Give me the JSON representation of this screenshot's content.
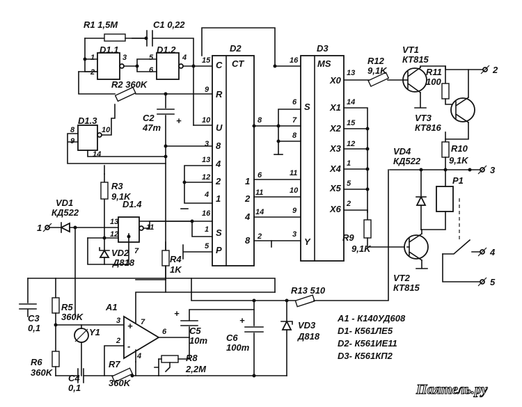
{
  "components": {
    "r1": "R1 1,5M",
    "c1": "C1 0,22",
    "d11": "D1.1",
    "d12": "D1.2",
    "d13": "D1.3",
    "d14": "D1.4",
    "r2": "R2 360K",
    "c2": "C2",
    "c2v": "47m",
    "r3": "R3",
    "r3v": "9,1K",
    "r4": "R4",
    "r4v": "1K",
    "vd1": "VD1",
    "vd1t": "КД522",
    "vd2": "VD2",
    "vd2t": "Д818",
    "d2": "D2",
    "d2ct": "CT",
    "d3": "D3",
    "d3ms": "MS",
    "r12": "R12",
    "r12v": "9,1K",
    "vt1": "VT1",
    "vt1t": "КТ815",
    "r11": "R11",
    "r11v": "100",
    "vt3": "VT3",
    "vt3t": "КТ816",
    "r10": "R10",
    "r10v": "9,1K",
    "vd4": "VD4",
    "vd4t": "КД522",
    "p1": "P1",
    "r9": "R9",
    "r9v": "9,1K",
    "vt2": "VT2",
    "vt2t": "КТ815",
    "r13": "R13 510",
    "a1": "A1",
    "r5": "R5",
    "r5v": "360K",
    "c3": "C3",
    "c3v": "0,1",
    "y1": "Y1",
    "r6": "R6",
    "r6v": "360K",
    "c4": "C4",
    "c4v": "0,1",
    "r7": "R7",
    "r7v": "360K",
    "c5": "C5",
    "c5v": "10m",
    "r8": "R8",
    "r8v": "2,2M",
    "c6": "C6",
    "c6v": "100m",
    "vd3": "VD3",
    "vd3t": "Д818"
  },
  "pins": {
    "d2": {
      "c": "C",
      "r": "R",
      "u": "U",
      "s": "S",
      "p": "P"
    },
    "d3": {
      "s": "S",
      "y": "Y",
      "x0": "X0",
      "x1": "X1",
      "x2": "X2",
      "x3": "X3",
      "x4": "X4",
      "x5": "X5",
      "x6": "X6"
    }
  },
  "terminals": {
    "t1": "1",
    "t2": "2",
    "t3": "3",
    "t4": "4",
    "t5": "5"
  },
  "legend": {
    "a1": "A1 - К140УД608",
    "d1": "D1- К561ЛЕ5",
    "d2": "D2- К561ИЕ11",
    "d3": "D3- К561КП2"
  },
  "watermark": "Паятель.ру"
}
